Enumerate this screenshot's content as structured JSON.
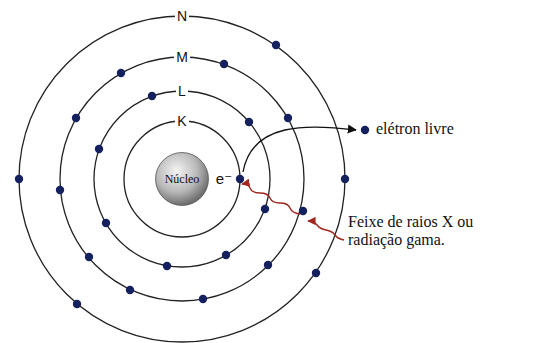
{
  "diagram": {
    "nodes": [
      {
        "text": [
          "Núcleo"
        ]
      }
    ],
    "labels": [
      "N",
      "M",
      "L",
      "K",
      "e⁻",
      "elétron livre",
      "Feixe de raios X ou radiação gama."
    ]
  }
}
